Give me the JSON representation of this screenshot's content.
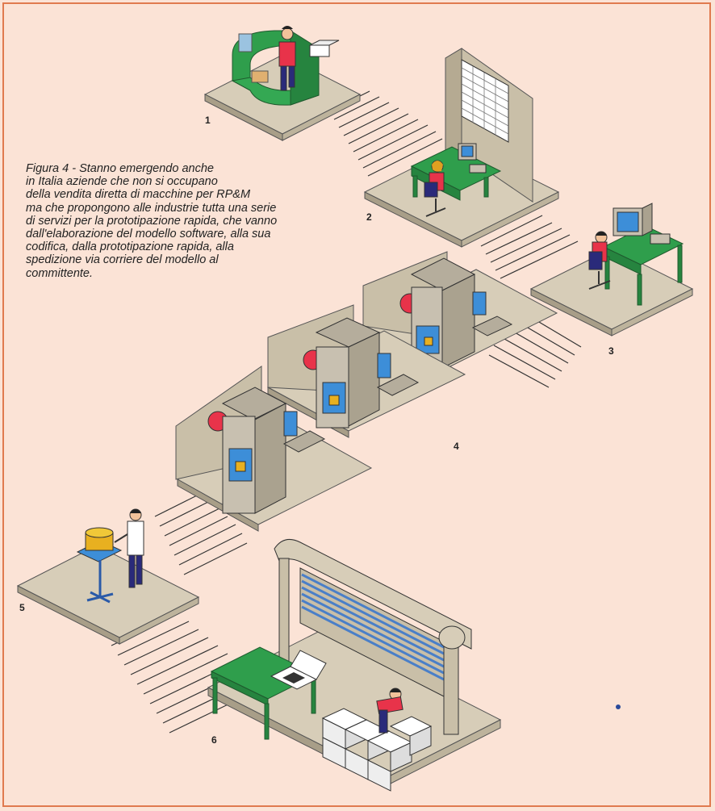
{
  "caption": {
    "lines": [
      "Figura 4 - Stanno emergendo anche",
      "in Italia aziende che non si occupano",
      "della vendita diretta di macchine per RP&M",
      "ma che propongono alle industrie tutta una serie",
      "di servizi per la prototipazione rapida, che vanno",
      "dall'elaborazione del modello software, alla sua",
      "codifica, dalla prototipazione rapida, alla",
      "spedizione via corriere del modello al",
      "committente."
    ]
  },
  "steps": [
    "1",
    "2",
    "3",
    "4",
    "5",
    "6"
  ],
  "colors": {
    "background": "#fbe3d6",
    "border": "#e07a4f",
    "floor": "#d7cdb8",
    "wall": "#c9bfa8",
    "green": "#2f9e4c",
    "machine": "#c8c0b0",
    "screen": "#3d8ed8",
    "red_disc": "#e8334a",
    "shirt_red": "#e8334a",
    "shirt_blue": "#2a2a7a",
    "box": "#ffffff",
    "shutter": "#4a7fc8"
  },
  "icons": [
    "person-icon",
    "computer-icon",
    "rp-machine-icon",
    "model-icon",
    "box-icon",
    "table-icon",
    "shutter-door-icon"
  ]
}
